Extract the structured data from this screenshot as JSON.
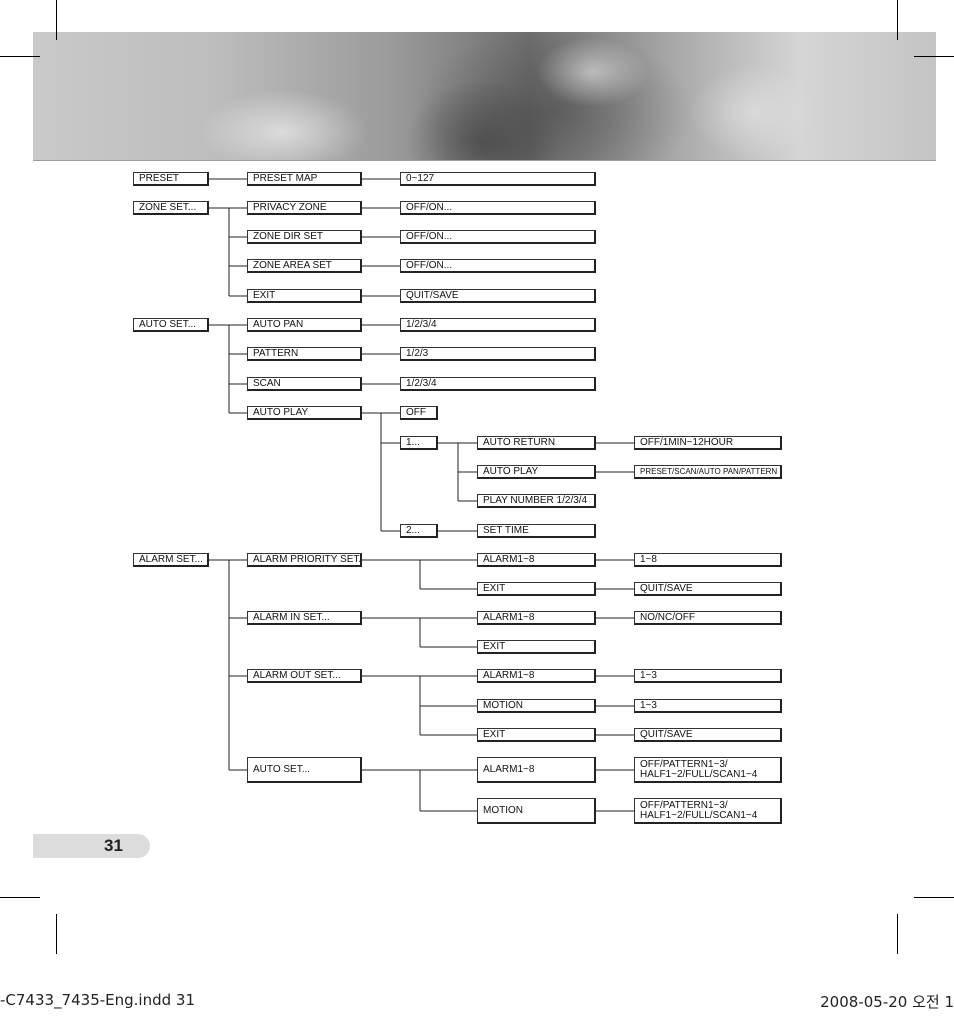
{
  "menu": {
    "preset": {
      "label": "PRESET",
      "children": [
        {
          "label": "PRESET MAP",
          "value": "0~127"
        }
      ]
    },
    "zone_set": {
      "label": "ZONE SET...",
      "children": [
        {
          "label": "PRIVACY ZONE",
          "value": "OFF/ON..."
        },
        {
          "label": "ZONE DIR SET",
          "value": "OFF/ON..."
        },
        {
          "label": "ZONE AREA SET",
          "value": "OFF/ON..."
        },
        {
          "label": "EXIT",
          "value": "QUIT/SAVE"
        }
      ]
    },
    "auto_set": {
      "label": "AUTO SET...",
      "children": [
        {
          "label": "AUTO PAN",
          "value": "1/2/3/4"
        },
        {
          "label": "PATTERN",
          "value": "1/2/3"
        },
        {
          "label": "SCAN",
          "value": "1/2/3/4"
        },
        {
          "label": "AUTO PLAY"
        }
      ],
      "auto_play": {
        "off": "OFF",
        "one": "1...",
        "two": "2...",
        "one_children": [
          {
            "label": "AUTO RETURN",
            "value": "OFF/1MIN~12HOUR"
          },
          {
            "label": "AUTO PLAY",
            "value": "PRESET/SCAN/AUTO PAN/PATTERN"
          },
          {
            "label": "PLAY NUMBER 1/2/3/4"
          }
        ],
        "two_child": "SET TIME"
      }
    },
    "alarm_set": {
      "label": "ALARM SET...",
      "priority": {
        "label": "ALARM PRIORITY SET...",
        "items": [
          {
            "label": "ALARM1~8",
            "value": "1~8"
          },
          {
            "label": "EXIT",
            "value": "QUIT/SAVE"
          }
        ]
      },
      "alarm_in": {
        "label": "ALARM IN SET...",
        "items": [
          {
            "label": "ALARM1~8",
            "value": "NO/NC/OFF"
          },
          {
            "label": "EXIT"
          }
        ]
      },
      "alarm_out": {
        "label": "ALARM OUT SET...",
        "items": [
          {
            "label": "ALARM1~8",
            "value": "1~3"
          },
          {
            "label": "MOTION",
            "value": "1~3"
          },
          {
            "label": "EXIT",
            "value": "QUIT/SAVE"
          }
        ]
      },
      "auto_set": {
        "label": "AUTO SET...",
        "items": [
          {
            "label": "ALARM1~8",
            "value": "OFF/PATTERN1~3/\nHALF1~2/FULL/SCAN1~4"
          },
          {
            "label": "MOTION",
            "value": "OFF/PATTERN1~3/\nHALF1~2/FULL/SCAN1~4"
          }
        ]
      }
    }
  },
  "page_number": "31",
  "slug": {
    "left": "-C7433_7435-Eng.indd   31",
    "right": "2008-05-20   오전 1"
  }
}
